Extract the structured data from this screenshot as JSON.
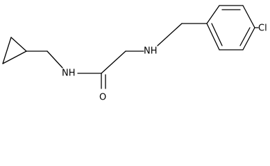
{
  "molecule": {
    "atoms": {
      "cl": "Cl",
      "nh_amine": "NH",
      "nh_amide": "NH",
      "o": "O"
    }
  }
}
